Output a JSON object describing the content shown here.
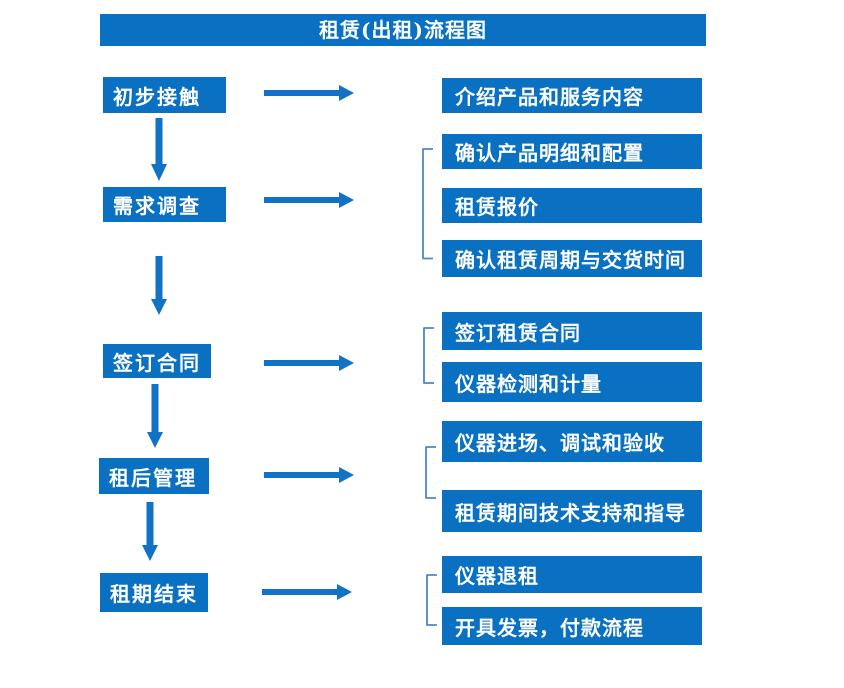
{
  "title": "租赁(出租)流程图",
  "colors": {
    "box_blue": "#0a71c2",
    "arrow_blue": "#1273c6",
    "bracket_blue": "#4e86c6",
    "text_white": "#ffffff"
  },
  "stages": [
    {
      "label": "初步接触",
      "outputs": [
        "介绍产品和服务内容"
      ]
    },
    {
      "label": "需求调查",
      "outputs": [
        "确认产品明细和配置",
        "租赁报价",
        "确认租赁周期与交货时间"
      ]
    },
    {
      "label": "签订合同",
      "outputs": [
        "签订租赁合同",
        "仪器检测和计量"
      ]
    },
    {
      "label": "租后管理",
      "outputs": [
        "仪器进场、调试和验收",
        "租赁期间技术支持和指导"
      ]
    },
    {
      "label": "租期结束",
      "outputs": [
        "仪器退租",
        "开具发票，付款流程"
      ]
    }
  ]
}
